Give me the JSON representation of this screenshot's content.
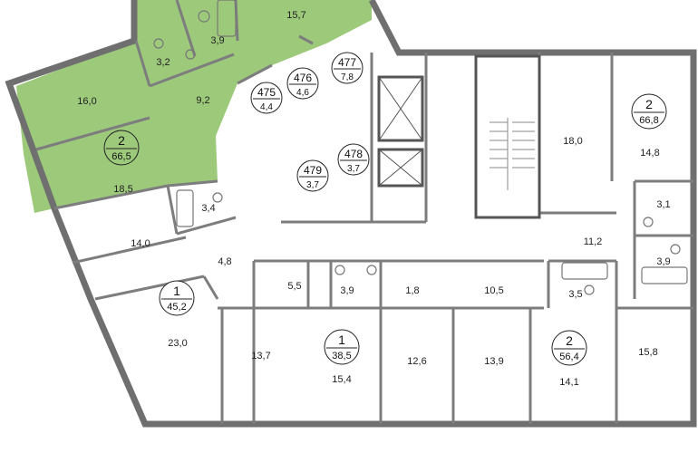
{
  "colors": {
    "selected_fill": "#9dc97b",
    "wall": "#6f6f6f",
    "thin_wall": "#8a8a8a",
    "background": "#ffffff"
  },
  "apartments": [
    {
      "id": "apt-top-left",
      "rooms": "2",
      "area": "66,5",
      "selected": true
    },
    {
      "id": "apt-top-right",
      "rooms": "2",
      "area": "66,8",
      "selected": false
    },
    {
      "id": "apt-left",
      "rooms": "1",
      "area": "45,2",
      "selected": false
    },
    {
      "id": "apt-center",
      "rooms": "1",
      "area": "38,5",
      "selected": false
    },
    {
      "id": "apt-bottom-right",
      "rooms": "2",
      "area": "56,4",
      "selected": false
    }
  ],
  "storages": [
    {
      "id": "s475",
      "number": "475",
      "area": "4,4"
    },
    {
      "id": "s476",
      "number": "476",
      "area": "4,6"
    },
    {
      "id": "s477",
      "number": "477",
      "area": "7,8"
    },
    {
      "id": "s478",
      "number": "478",
      "area": "3,7"
    },
    {
      "id": "s479",
      "number": "479",
      "area": "3,7"
    }
  ],
  "room_areas": [
    "15,7",
    "3,9",
    "3,2",
    "16,0",
    "9,2",
    "18,5",
    "3,4",
    "14,0",
    "4,8",
    "23,0",
    "5,5",
    "3,9",
    "1,8",
    "10,5",
    "3,5",
    "13,7",
    "15,4",
    "12,6",
    "13,9",
    "14,1",
    "15,8",
    "18,0",
    "14,8",
    "3,1",
    "11,2",
    "3,9"
  ]
}
